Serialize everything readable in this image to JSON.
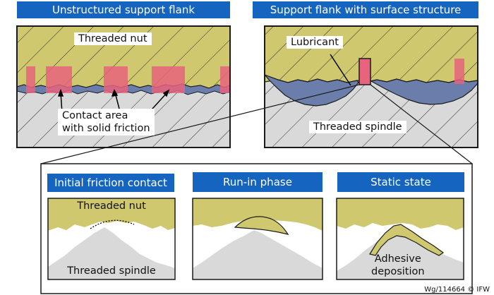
{
  "colors": {
    "header_bg": "#1565c0",
    "header_text": "#ffffff",
    "nut": "#cfc86f",
    "spindle": "#d9d9d9",
    "lubricant": "#6b7eab",
    "contact": "#e8637e",
    "outline": "#1a1a1a"
  },
  "panels": {
    "unstructured": {
      "title": "Unstructured support flank",
      "nut_label": "Threaded nut",
      "contact_label_line1": "Contact area",
      "contact_label_line2": "with solid friction"
    },
    "structured": {
      "title": "Support flank with surface structure",
      "lubricant_label": "Lubricant",
      "spindle_label": "Threaded spindle"
    }
  },
  "stages": {
    "initial": {
      "title": "Initial friction contact",
      "nut_label": "Threaded nut",
      "spindle_label": "Threaded spindle"
    },
    "runin": {
      "title": "Run-in phase"
    },
    "static": {
      "title": "Static state",
      "deposit_label_line1": "Adhesive",
      "deposit_label_line2": "deposition"
    }
  },
  "credit": "Wg/114664 © IFW"
}
